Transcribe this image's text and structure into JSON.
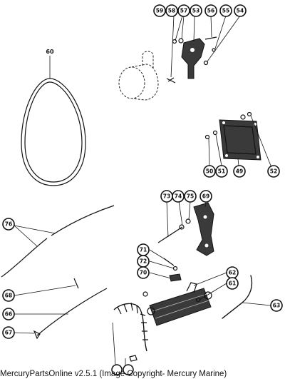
{
  "footer": {
    "caption": "MercuryPartsOnline v2.5.1 (Image Copyright- Mercury Marine)"
  },
  "callouts": {
    "c59": "59",
    "c58": "58",
    "c57": "57",
    "c53": "53",
    "c56": "56",
    "c55": "55",
    "c54": "54",
    "c60": "60",
    "c50": "50",
    "c51": "51",
    "c49": "49",
    "c52": "52",
    "c73": "73",
    "c74": "74",
    "c75": "75",
    "c69": "69",
    "c76": "76",
    "c71": "71",
    "c72": "72",
    "c70": "70",
    "c62": "62",
    "c61": "61",
    "c63": "63",
    "c68": "68",
    "c66": "66",
    "c67": "67"
  }
}
